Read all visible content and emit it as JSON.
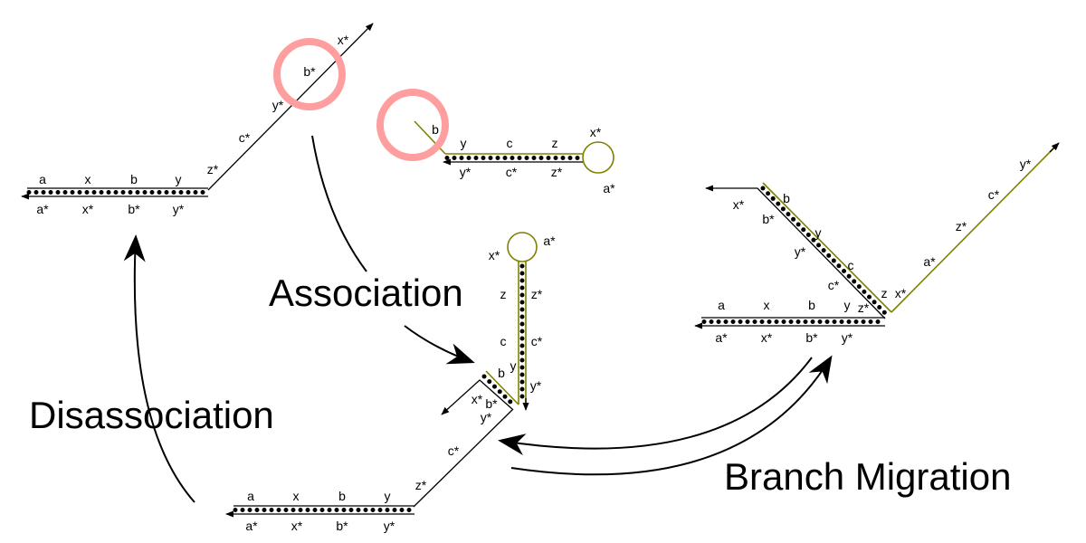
{
  "processes": {
    "association": "Association",
    "disassociation": "Disassociation",
    "branch_migration": "Branch Migration"
  },
  "colors": {
    "highlight": "#ff9e9e",
    "invader": "#808000",
    "strand": "#000000"
  },
  "state_initial": {
    "top_labels": [
      "a",
      "x",
      "b",
      "y"
    ],
    "bottom_labels": [
      "a*",
      "x*",
      "b*",
      "y*"
    ],
    "overhang_labels": [
      "z*",
      "c*",
      "y*",
      "b*",
      "x*"
    ]
  },
  "invader_hairpin": {
    "toehold": "b",
    "top_labels": [
      "y",
      "c",
      "z"
    ],
    "bottom_labels": [
      "y*",
      "c*",
      "z*"
    ],
    "loop_labels": [
      "x*",
      "a*"
    ]
  },
  "state_associated": {
    "loop_labels": [
      "x*",
      "a*"
    ],
    "stem_left": [
      "z",
      "c",
      "y",
      "b"
    ],
    "stem_right": [
      "z*",
      "c*",
      "y*"
    ],
    "junction_labels": [
      "x*",
      "b*",
      "y*"
    ],
    "overhang_labels": [
      "c*",
      "z*"
    ],
    "top_labels": [
      "a",
      "x",
      "b",
      "y"
    ],
    "bottom_labels": [
      "a*",
      "x*",
      "b*",
      "y*"
    ]
  },
  "state_migrated": {
    "arm_top": [
      "b",
      "y",
      "c",
      "z"
    ],
    "arm_bottom": [
      "x*",
      "b*",
      "y*",
      "c*"
    ],
    "top_labels": [
      "a",
      "x",
      "b",
      "y",
      "z*"
    ],
    "bottom_labels": [
      "a*",
      "x*",
      "b*",
      "y*"
    ],
    "open_labels": [
      "x*",
      "a*",
      "z*",
      "c*",
      "y*"
    ]
  }
}
